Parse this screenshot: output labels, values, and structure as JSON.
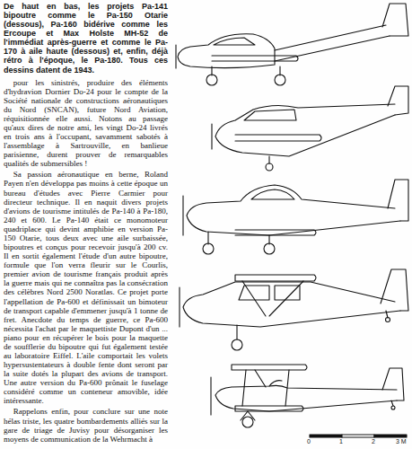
{
  "diagram": {
    "caption": "De haut en bas, les projets Pa-141 bipoutre comme le Pa-150 Otarie (dessous), Pa-160 bidérive comme les Ercoupe et Max Holste MH-52 de l'immédiat après-guerre et comme le Pa-170 à aile haute (dessous) et, enfin, déjà rétro à l'époque, le Pa-180. Tous ces dessins datent de 1943.",
    "labels": [
      "pour les sinistrés, produire des éléments d'hydravion Dornier Do-24 pour le compte de la Société nationale de constructions aéronautiques du Nord (SNCAN), future Nord Aviation, réquisitionnée elle aussi. Notons au passage qu'aux dires de notre ami, les vingt Do-24 livrés en trois ans à l'occupant, savamment sabotés à l'assemblage à Sartrouville, en banlieue parisienne, durent prouver de remarquables qualités de submersibles !",
      "Sa passion aéronautique en berne, Roland Payen n'en développa pas moins à cette époque un bureau d'études avec Pierre Carmier pour directeur technique. Il en naquit divers projets d'avions de tourisme intitulés de Pa-140 à Pa-180, 240 et 600. Le Pa-140 était ce monomoteur quadriplace qui devint amphibie en version Pa-150 Otarie, tous deux avec une aile surbaissée, bipoutres et conçus pour recevoir jusqu'à 200 cv. Il en sortit également l'étude d'un autre bipoutre, formule que l'on verra fleurir sur le Courlis, premier avion de tourisme français produit après la guerre mais qui ne connaîtra pas la consécration des célèbres Nord 2500 Noratlas. Ce projet porte l'appellation de Pa-600 et définissait un bimoteur de transport capable d'emmener jusqu'à 1 tonne de fret. Anecdote du temps de guerre, ce Pa-600 nécessita l'achat par le maquettiste Dupont d'un ... piano pour en récupérer le bois pour la maquette de soufflerie du bipoutre qui fut également testée au laboratoire Eiffel. L'aile comportait les volets hypersustentateurs à double fente dont seront par la suite dotés la plupart des avions de transport. Une autre version du Pa-600 prônait le fuselage considéré comme un conteneur amovible, idée intéressante.",
      "Rappelons enfin, pour conclure sur une note hélas triste, les quatre bombardements alliés sur la gare de triage de Juvisy pour désorganiser les moyens de communication de la Wehrmacht à",
      "0",
      "1",
      "2",
      "3 M"
    ]
  }
}
